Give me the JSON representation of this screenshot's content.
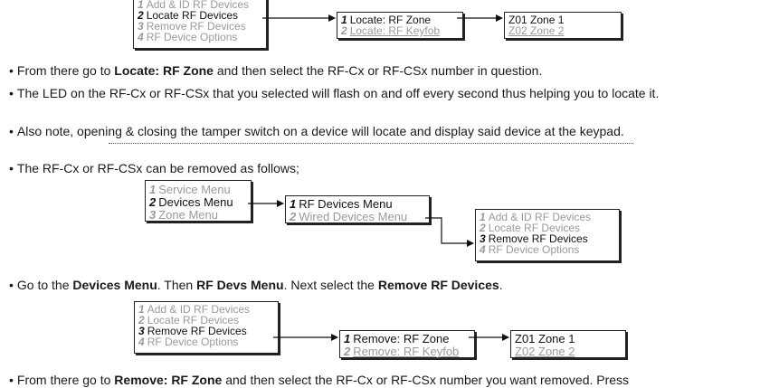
{
  "diagram1": {
    "menu_box": {
      "items": [
        {
          "num": "1",
          "label": "Add & ID RF Devices",
          "active": false
        },
        {
          "num": "2",
          "label": "Locate RF Devices",
          "active": true
        },
        {
          "num": "3",
          "label": "Remove RF Devices",
          "active": false
        },
        {
          "num": "4",
          "label": "RF Device Options",
          "active": false
        }
      ]
    },
    "locate_box": {
      "items": [
        {
          "num": "1",
          "label": "Locate: RF Zone",
          "active": true
        },
        {
          "num": "2",
          "label": "Locate: RF Keyfob",
          "active": false
        }
      ]
    },
    "zone_box": {
      "items": [
        {
          "label": "Z01 Zone 1",
          "active": true
        },
        {
          "label": "Z02 Zone 2",
          "active": false
        }
      ]
    }
  },
  "paragraphs": {
    "p1": {
      "bullet": "•",
      "text_a": "From there go to ",
      "bold_a": "Locate: RF Zone",
      "text_b": " and then select the RF-Cx or RF-CSx number in question."
    },
    "p2": {
      "bullet": "•",
      "text": "The LED on the RF-Cx or RF-CSx that you selected will flash on and off every second thus helping you to locate it."
    },
    "p3": {
      "bullet": "•",
      "text": "Also note, opening & closing the tamper switch on a device will locate and display said device at the keypad."
    },
    "p4": {
      "bullet": "•",
      "text": "The RF-Cx or RF-CSx can be removed as follows;"
    },
    "p5": {
      "bullet": "•",
      "text_a": "Go to the ",
      "bold_a": "Devices Menu",
      "text_b": ". Then ",
      "bold_b": "RF Devs Menu",
      "text_c": ". Next select the ",
      "bold_c": "Remove RF Devices",
      "text_d": "."
    },
    "p6_partial": {
      "bullet": "•",
      "text_a": "From there go to ",
      "bold_a": "Remove: RF Zone",
      "text_b": " and then select the RF-Cx or RF-CSx number you want removed. Press"
    }
  },
  "diagram2": {
    "main_menu": {
      "items": [
        {
          "num": "1",
          "label": "Service Menu",
          "active": false
        },
        {
          "num": "2",
          "label": "Devices Menu",
          "active": true
        },
        {
          "num": "3",
          "label": "Zone Menu",
          "active": false
        }
      ]
    },
    "devices_menu": {
      "items": [
        {
          "num": "1",
          "label": "RF Devices Menu",
          "active": true
        },
        {
          "num": "2",
          "label": "Wired Devices Menu",
          "active": false
        }
      ]
    },
    "rf_menu": {
      "items": [
        {
          "num": "1",
          "label": "Add & ID RF Devices",
          "active": false
        },
        {
          "num": "2",
          "label": "Locate RF Devices",
          "active": false
        },
        {
          "num": "3",
          "label": "Remove RF Devices",
          "active": true
        },
        {
          "num": "4",
          "label": "RF Device Options",
          "active": false
        }
      ]
    }
  },
  "diagram3": {
    "menu_box": {
      "items": [
        {
          "num": "1",
          "label": "Add & ID RF Devices",
          "active": false
        },
        {
          "num": "2",
          "label": "Locate RF Devices",
          "active": false
        },
        {
          "num": "3",
          "label": "Remove RF Devices",
          "active": true
        },
        {
          "num": "4",
          "label": "RF Device Options",
          "active": false
        }
      ]
    },
    "remove_box": {
      "items": [
        {
          "num": "1",
          "label": "Remove: RF Zone",
          "active": true
        },
        {
          "num": "2",
          "label": "Remove: RF Keyfob",
          "active": false
        }
      ]
    },
    "zone_box": {
      "items": [
        {
          "label": "Z01 Zone 1",
          "active": true
        },
        {
          "label": "Z02 Zone 2",
          "active": false
        }
      ]
    }
  },
  "colors": {
    "active": "#111111",
    "inactive": "#9a9a9a"
  }
}
